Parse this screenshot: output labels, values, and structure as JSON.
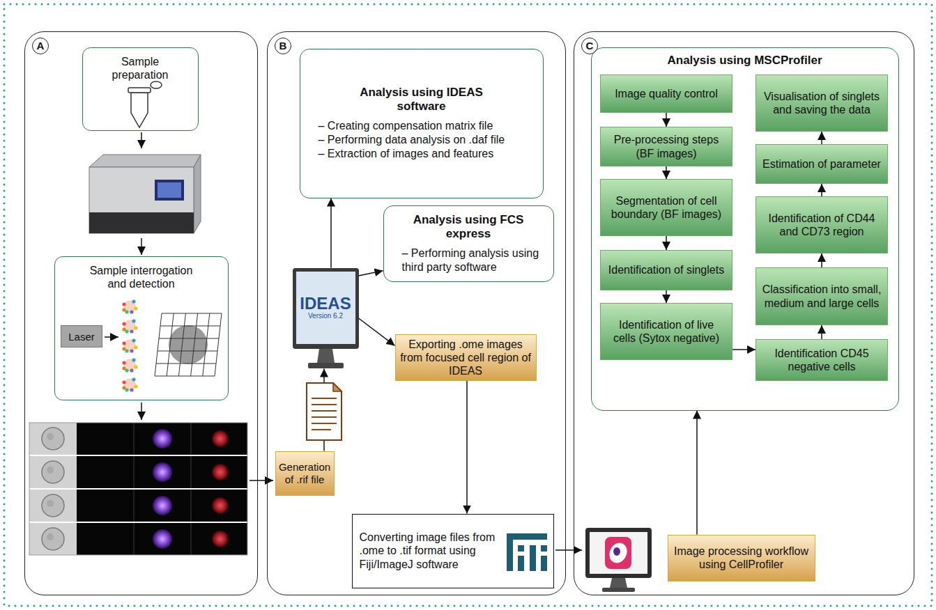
{
  "diagram": {
    "nodes": [
      {
        "text": [
          "A"
        ]
      },
      {
        "text": [
          "Sample preparation"
        ],
        "in": 0
      },
      {
        "text": [
          "Sample interrogation and detection"
        ],
        "in": 0
      },
      {
        "text": [
          "Laser"
        ],
        "in": 2
      },
      {
        "text": [
          "B"
        ]
      },
      {
        "text": [
          "Analysis using IDEAS software",
          "– Creating compensation matrix file",
          "– Performing data analysis on .daf file",
          "– Extraction of images and features"
        ],
        "in": 4
      },
      {
        "text": [
          "Analysis using FCS express",
          "– Performing analysis using third party software"
        ],
        "in": 4
      },
      {
        "text": [
          "IDEAS",
          "Version 6.2"
        ],
        "in": 4
      },
      {
        "text": [
          "Exporting .ome images from focused cell region of IDEAS"
        ],
        "in": 4
      },
      {
        "text": [
          "Generation of .rif file"
        ],
        "in": 4
      },
      {
        "text": [
          "Converting image files from .ome to .tif format using Fiji/ImageJ software"
        ],
        "in": 4
      },
      {
        "text": [
          "C"
        ]
      },
      {
        "text": [
          "Analysis using MSCProfiler"
        ],
        "in": 11
      },
      {
        "text": [
          "Image quality control"
        ],
        "in": 12
      },
      {
        "text": [
          "Pre-processing steps (BF images)"
        ],
        "in": 12
      },
      {
        "text": [
          "Segmentation of cell boundary (BF images)"
        ],
        "in": 12
      },
      {
        "text": [
          "Identification of singlets"
        ],
        "in": 12
      },
      {
        "text": [
          "Identification of live cells (Sytox negative)"
        ],
        "in": 12
      },
      {
        "text": [
          "Identification CD45 negative cells"
        ],
        "in": 12
      },
      {
        "text": [
          "Classification into small, medium and large cells"
        ],
        "in": 12
      },
      {
        "text": [
          "Identification of CD44 and CD73 region"
        ],
        "in": 12
      },
      {
        "text": [
          "Estimation of parameter"
        ],
        "in": 12
      },
      {
        "text": [
          "Visualisation of singlets and saving the data"
        ],
        "in": 12
      },
      {
        "text": [
          "Image processing workflow using CellProfiler"
        ],
        "in": 11
      }
    ],
    "edges": [
      {
        "from": 7,
        "to": 5,
        "arrow": "to"
      },
      {
        "from": 7,
        "to": 6,
        "arrow": "to"
      },
      {
        "from": 7,
        "to": 8,
        "arrow": "to"
      },
      {
        "from": 9,
        "to": 7,
        "arrow": "to"
      },
      {
        "from": 8,
        "to": 10,
        "arrow": "to"
      },
      {
        "from": 13,
        "to": 14,
        "arrow": "to"
      },
      {
        "from": 14,
        "to": 15,
        "arrow": "to"
      },
      {
        "from": 15,
        "to": 16,
        "arrow": "to"
      },
      {
        "from": 16,
        "to": 17,
        "arrow": "to"
      },
      {
        "from": 17,
        "to": 18,
        "arrow": "to"
      },
      {
        "from": 18,
        "to": 19,
        "arrow": "to"
      },
      {
        "from": 19,
        "to": 20,
        "arrow": "to"
      },
      {
        "from": 20,
        "to": 21,
        "arrow": "to"
      },
      {
        "from": 21,
        "to": 22,
        "arrow": "to"
      },
      {
        "from": 23,
        "to": 12,
        "arrow": "to"
      }
    ]
  }
}
